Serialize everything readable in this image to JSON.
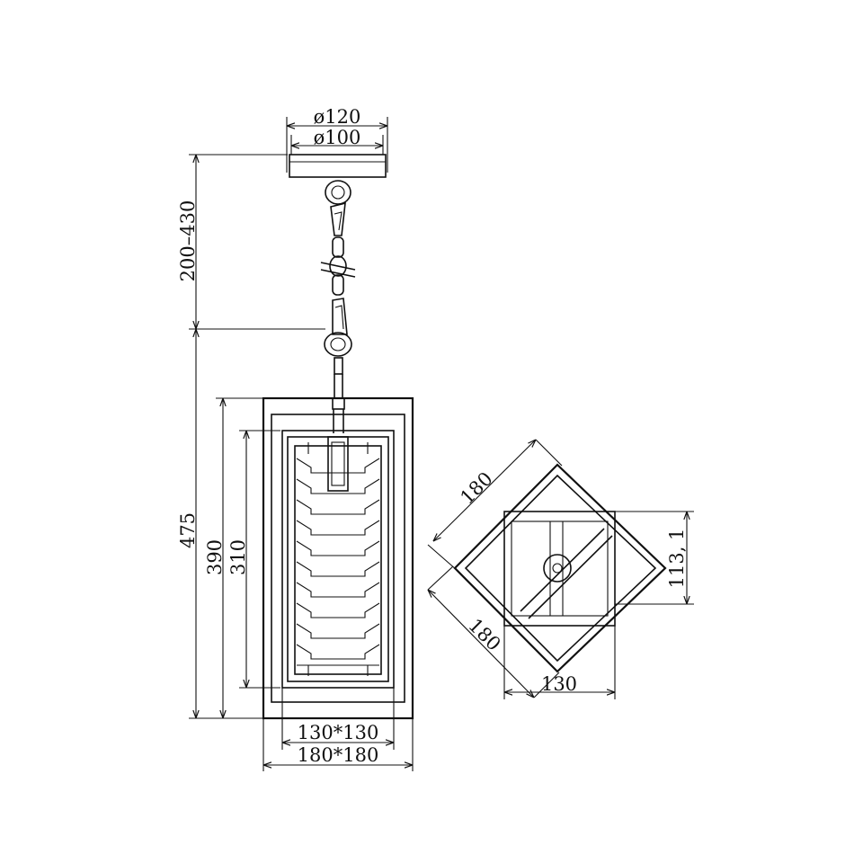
{
  "drawing": {
    "dimensions": {
      "canopy_outer": "ø120",
      "canopy_inner": "ø100",
      "chain_length": "200–430",
      "total_height": "475",
      "frame_height": "390",
      "inner_height": "310",
      "inner_width": "130*130",
      "outer_width": "180*180",
      "top_side_a": "180",
      "top_side_b": "180",
      "top_inner_width": "130",
      "top_depth": "113, 1"
    }
  }
}
